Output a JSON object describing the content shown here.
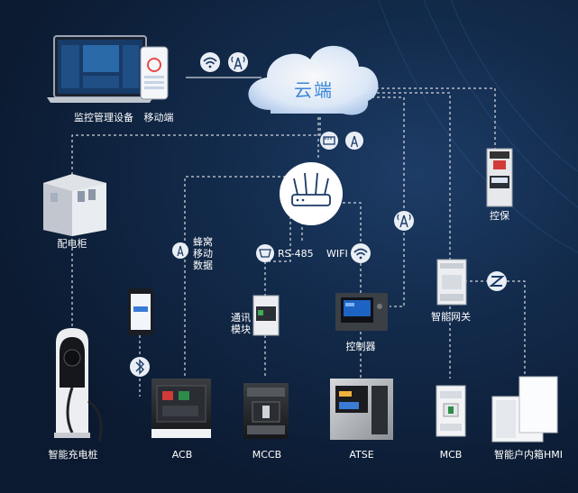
{
  "cloud": {
    "label": "云端"
  },
  "nodes": {
    "monitor": "监控管理设备",
    "mobile": "移动端",
    "switchgear": "配电柜",
    "protector": "控保",
    "cellular": "蜂窝\n移动\n数据",
    "rs485": "RS-485",
    "wifi": "WIFI",
    "gateway": "智能网关",
    "comm_module": "通讯\n模块",
    "controller": "控制器",
    "charger": "智能充电桩",
    "acb": "ACB",
    "mccb": "MCCB",
    "atse": "ATSE",
    "mcb": "MCB",
    "hmi": "智能户内箱HMI"
  },
  "icons": [
    "wifi-icon",
    "cellular-tower-icon",
    "cloud-icon",
    "router-icon",
    "serial-port-icon",
    "bluetooth-icon",
    "zigbee-icon"
  ],
  "colors": {
    "background": "#0b1a30",
    "line": "#ffffff",
    "cloud_text": "#3a86d8"
  }
}
